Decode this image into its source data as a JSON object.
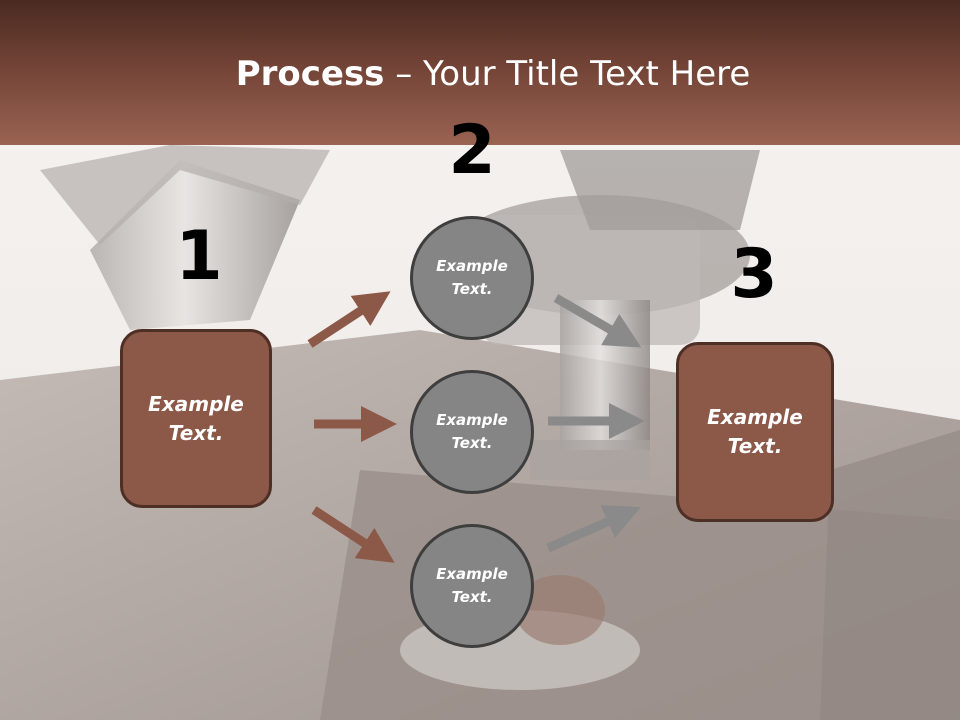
{
  "title": {
    "bold": "Process",
    "rest": " – Your Title Text Here"
  },
  "steps": {
    "one": {
      "number": "1",
      "text": "Example Text."
    },
    "two": {
      "number": "2",
      "circles": [
        "Example Text.",
        "Example Text.",
        "Example Text."
      ]
    },
    "three": {
      "number": "3",
      "text": "Example Text."
    }
  },
  "colors": {
    "title_band_top": "#4a2a22",
    "title_band_bottom": "#9a6352",
    "box_fill": "#8c5848",
    "box_border": "#4e2f25",
    "circle_fill": "#858585",
    "circle_border": "#3e3e3e",
    "arrow_brown": "#8c5848",
    "arrow_gray": "#8a8a8a"
  }
}
